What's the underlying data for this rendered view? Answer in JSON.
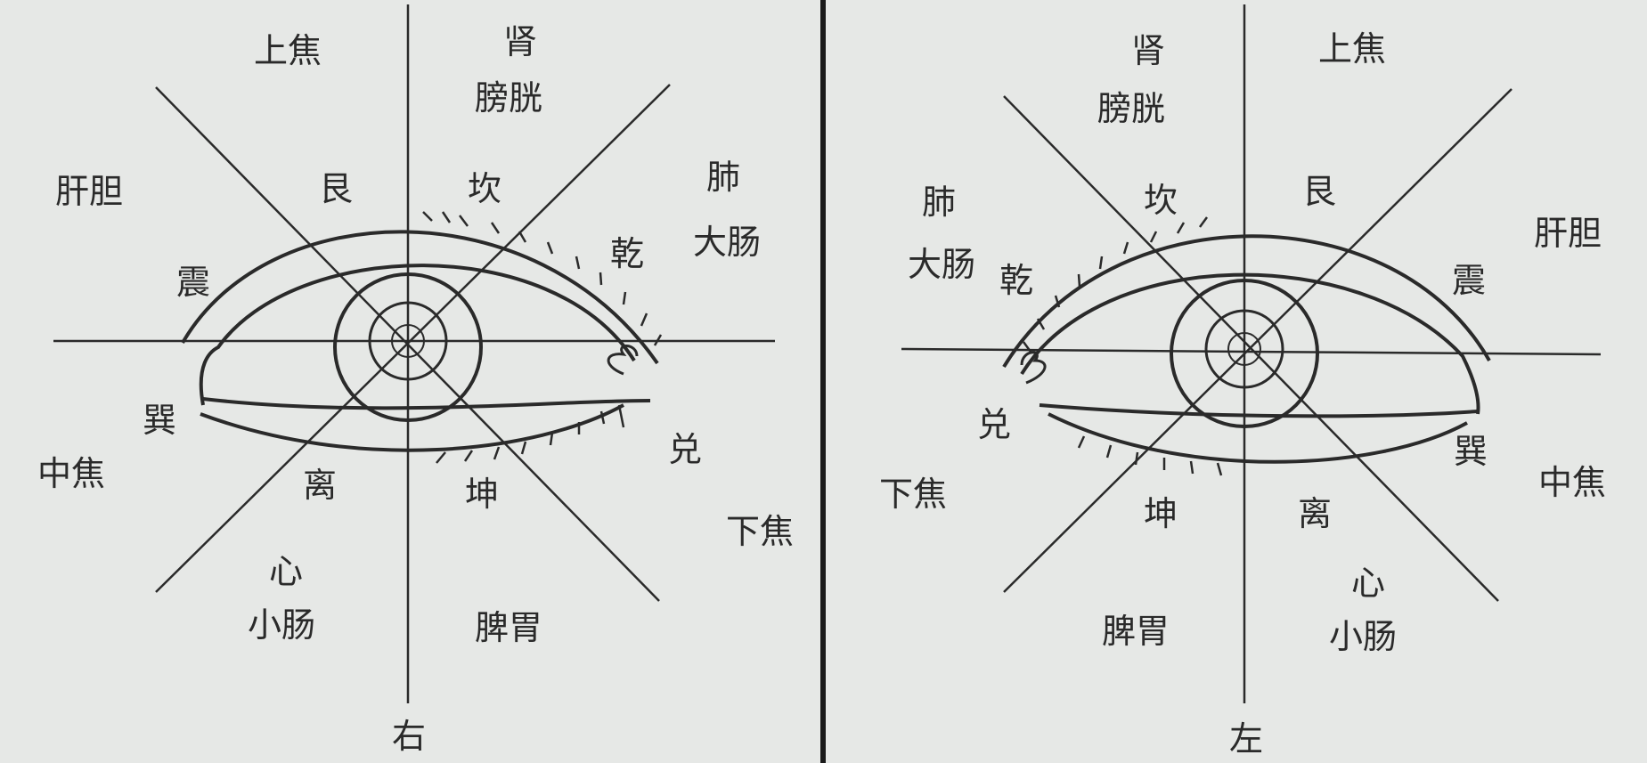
{
  "left": {
    "top": "上焦",
    "kidney": "肾",
    "bladder": "膀胱",
    "liver_gb": "肝胆",
    "gen": "艮",
    "kan": "坎",
    "lung": "肺",
    "large_intestine": "大肠",
    "qian": "乾",
    "zhen": "震",
    "xun": "巽",
    "middle": "中焦",
    "li": "离",
    "kun": "坤",
    "dui": "兑",
    "lower": "下焦",
    "heart": "心",
    "small_intestine": "小肠",
    "spleen_stomach": "脾胃",
    "side": "右"
  },
  "right": {
    "top": "上焦",
    "kidney": "肾",
    "bladder": "膀胱",
    "liver_gb": "肝胆",
    "gen": "艮",
    "kan": "坎",
    "lung": "肺",
    "large_intestine": "大肠",
    "qian": "乾",
    "zhen": "震",
    "xun": "巽",
    "middle": "中焦",
    "li": "离",
    "kun": "坤",
    "dui": "兑",
    "lower": "下焦",
    "heart": "心",
    "small_intestine": "小肠",
    "spleen_stomach": "脾胃",
    "side": "左"
  }
}
